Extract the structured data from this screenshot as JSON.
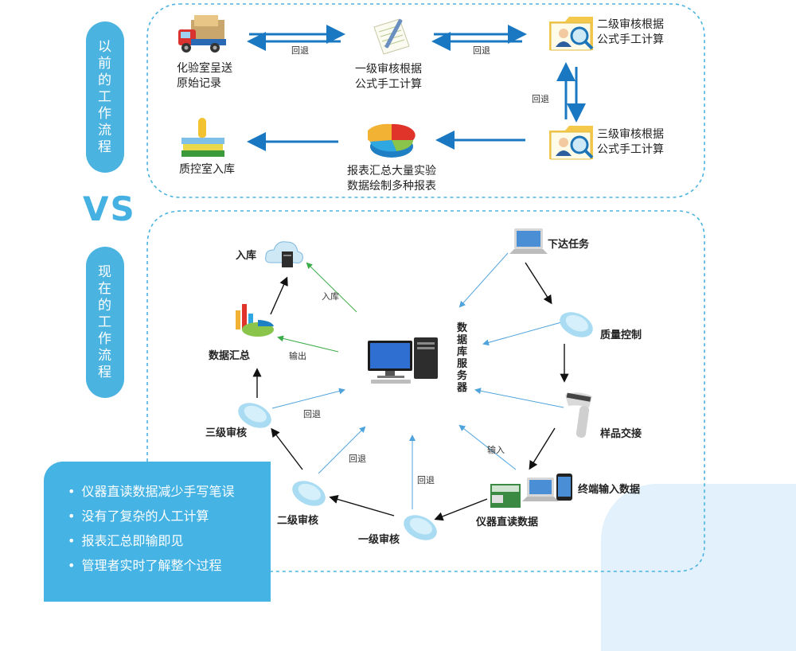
{
  "colors": {
    "accent": "#4bb3e0",
    "dashed_border": "#4bb3e0",
    "old_arrow": "#1a78c2",
    "gray_arrow": "#4fa3dc",
    "green_arrow": "#3dac4a",
    "black_arrow": "#111111"
  },
  "old_process": {
    "side_label": [
      "以",
      "前",
      "的",
      "工",
      "作",
      "流",
      "程"
    ],
    "nodes": {
      "lab_submit": [
        "化验室呈送",
        "原始记录"
      ],
      "first_review": [
        "一级审核根据",
        "公式手工计算"
      ],
      "second_review": [
        "二级审核根据",
        "公式手工计算"
      ],
      "third_review": [
        "三级审核根据",
        "公式手工计算"
      ],
      "report": [
        "报表汇总大量实验",
        "数据绘制多种报表"
      ],
      "storage": [
        "质控室入库"
      ]
    },
    "return_labels": {
      "a": "回退",
      "b": "回退",
      "c": "回退"
    },
    "icons": {
      "lab_submit": "delivery-truck-icon",
      "first_review": "document-pen-icon",
      "second_review": "folder-user-search-icon",
      "third_review": "folder-user-search-icon",
      "report": "pie-chart-icon",
      "storage": "books-trophy-icon"
    }
  },
  "vs": "VS",
  "new_process": {
    "side_label": [
      "现",
      "在",
      "的",
      "工",
      "作",
      "流",
      "程"
    ],
    "server_label": "数据库服务器",
    "nodes": {
      "task": "下达任务",
      "quality": "质量控制",
      "sample": "样品交接",
      "terminal": "终端输入数据",
      "instrument": "仪器直读数据",
      "level1": "一级审核",
      "level2": "二级审核",
      "level3": "三级审核",
      "summary": "数据汇总",
      "storage": "入库"
    },
    "edge_labels": {
      "storage": "入库",
      "output": "输出",
      "return3": "回退",
      "return2": "回退",
      "return1": "回退",
      "input": "输入"
    },
    "icons": {
      "server": "computer-monitor-icon",
      "task": "laptop-icon",
      "quality": "mouse-icon",
      "sample": "barcode-scanner-icon",
      "terminal": "tablet-icon",
      "instrument": "instrument-icon",
      "level1": "mouse-icon",
      "level2": "mouse-icon",
      "level3": "mouse-icon",
      "summary": "chart-icon",
      "storage": "cloud-server-icon"
    }
  },
  "benefits": [
    "仪器直读数据减少手写笔误",
    "没有了复杂的人工计算",
    "报表汇总即输即见",
    "管理者实时了解整个过程"
  ]
}
